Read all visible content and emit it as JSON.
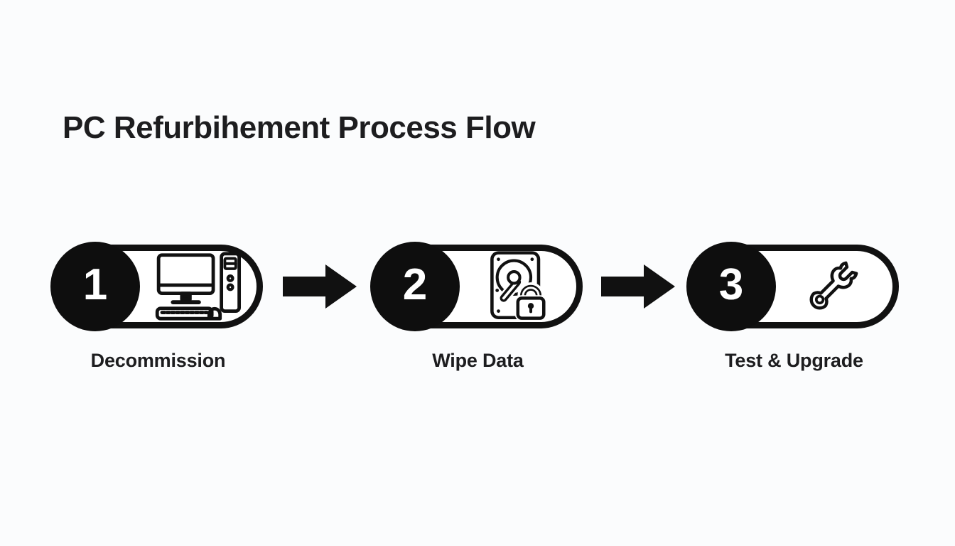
{
  "title": "PC Refurbihement Process Flow",
  "steps": [
    {
      "number": "1",
      "label": "Decommission",
      "icon": "desktop-computer-icon"
    },
    {
      "number": "2",
      "label": "Wipe Data",
      "icon": "hard-drive-secure-erase-icon"
    },
    {
      "number": "3",
      "label": "Test & Upgrade",
      "icon": "wrench-icon"
    }
  ],
  "connectors": [
    {
      "icon": "arrow-right-icon"
    },
    {
      "icon": "arrow-right-icon"
    }
  ],
  "colors": {
    "background": "#fbfcfd",
    "ink": "#111111",
    "text": "#1d1d1f",
    "step_number_bg": "#0e0e0e",
    "step_number_fg": "#ffffff",
    "pill_fill": "#ffffff"
  }
}
